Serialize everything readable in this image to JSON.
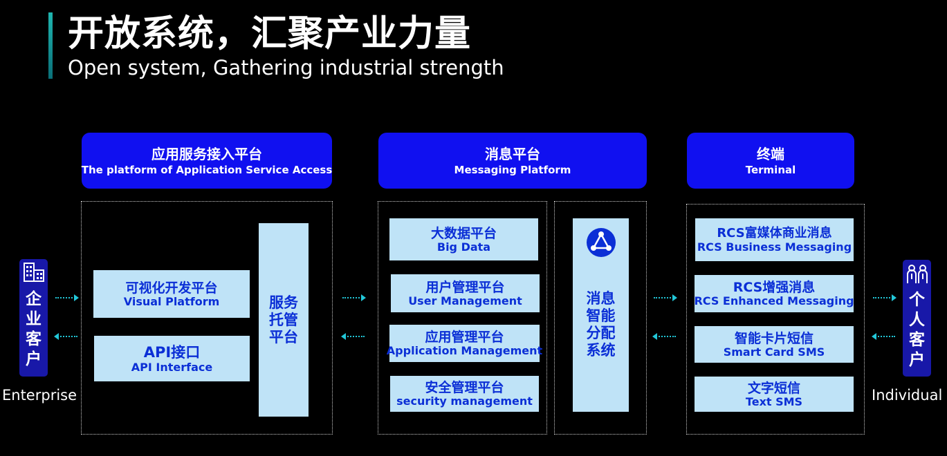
{
  "title": {
    "zh": "开放系统，汇聚产业力量",
    "en": "Open system, Gathering industrial strength"
  },
  "headers": {
    "app_access": {
      "zh": "应用服务接入平台",
      "en": "The platform of Application Service Access"
    },
    "messaging": {
      "zh": "消息平台",
      "en": "Messaging Platform"
    },
    "terminal": {
      "zh": "终端",
      "en": "Terminal"
    }
  },
  "app_access": {
    "visual": {
      "zh": "可视化开发平台",
      "en": "Visual Platform"
    },
    "api": {
      "zh": "API接口",
      "en": "API Interface"
    },
    "hosting": {
      "zh": "服务托管平台"
    }
  },
  "messaging": {
    "big_data": {
      "zh": "大数据平台",
      "en": "Big Data"
    },
    "user_mgmt": {
      "zh": "用户管理平台",
      "en": "User Management"
    },
    "app_mgmt": {
      "zh": "应用管理平台",
      "en": "Application Management"
    },
    "security_mgmt": {
      "zh": "安全管理平台",
      "en": "security management"
    },
    "dispatch": {
      "zh": "消息智能分配系统"
    }
  },
  "terminal": {
    "rcs_business": {
      "zh": "RCS富媒体商业消息",
      "en": "RCS Business Messaging"
    },
    "rcs_enhanced": {
      "zh": "RCS增强消息",
      "en": "RCS Enhanced Messaging"
    },
    "smart_card": {
      "zh": "智能卡片短信",
      "en": "Smart Card SMS"
    },
    "text_sms": {
      "zh": "文字短信",
      "en": "Text SMS"
    }
  },
  "enterprise": {
    "zh": "企业客户",
    "en": "Enterprise",
    "icon": "building-icon"
  },
  "individual": {
    "zh": "个人客户",
    "en": "Individual",
    "icon": "people-icon"
  },
  "colors": {
    "header_blue": "#1010f0",
    "box_light_blue": "#bfe3f7",
    "box_text_blue": "#0b2fd6",
    "side_navy": "#1818a8",
    "arrow_cyan": "#22c7d8",
    "title_accent": "#1fb6b0"
  }
}
